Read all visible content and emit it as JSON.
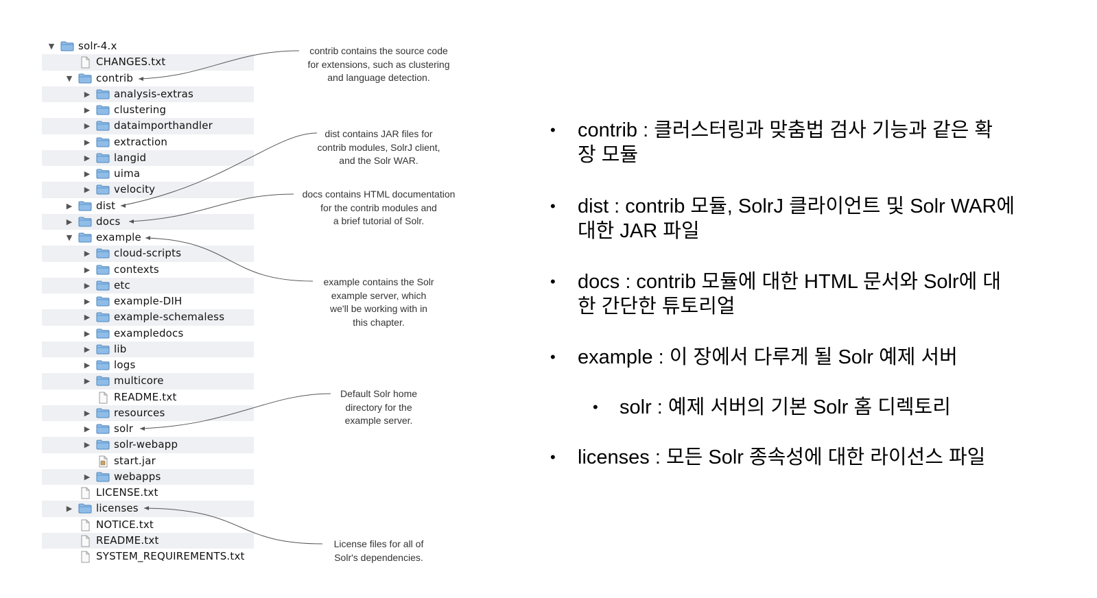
{
  "tree": [
    {
      "label": "solr-4.x",
      "type": "folder",
      "depth": 0,
      "expander": "open"
    },
    {
      "label": "CHANGES.txt",
      "type": "file",
      "depth": 1,
      "expander": "none"
    },
    {
      "label": "contrib",
      "type": "folder",
      "depth": 1,
      "expander": "open"
    },
    {
      "label": "analysis-extras",
      "type": "folder",
      "depth": 2,
      "expander": "closed"
    },
    {
      "label": "clustering",
      "type": "folder",
      "depth": 2,
      "expander": "closed"
    },
    {
      "label": "dataimporthandler",
      "type": "folder",
      "depth": 2,
      "expander": "closed"
    },
    {
      "label": "extraction",
      "type": "folder",
      "depth": 2,
      "expander": "closed"
    },
    {
      "label": "langid",
      "type": "folder",
      "depth": 2,
      "expander": "closed"
    },
    {
      "label": "uima",
      "type": "folder",
      "depth": 2,
      "expander": "closed"
    },
    {
      "label": "velocity",
      "type": "folder",
      "depth": 2,
      "expander": "closed"
    },
    {
      "label": "dist",
      "type": "folder",
      "depth": 1,
      "expander": "closed"
    },
    {
      "label": "docs",
      "type": "folder",
      "depth": 1,
      "expander": "closed"
    },
    {
      "label": "example",
      "type": "folder",
      "depth": 1,
      "expander": "open"
    },
    {
      "label": "cloud-scripts",
      "type": "folder",
      "depth": 2,
      "expander": "closed"
    },
    {
      "label": "contexts",
      "type": "folder",
      "depth": 2,
      "expander": "closed"
    },
    {
      "label": "etc",
      "type": "folder",
      "depth": 2,
      "expander": "closed"
    },
    {
      "label": "example-DIH",
      "type": "folder",
      "depth": 2,
      "expander": "closed"
    },
    {
      "label": "example-schemaless",
      "type": "folder",
      "depth": 2,
      "expander": "closed"
    },
    {
      "label": "exampledocs",
      "type": "folder",
      "depth": 2,
      "expander": "closed"
    },
    {
      "label": "lib",
      "type": "folder",
      "depth": 2,
      "expander": "closed"
    },
    {
      "label": "logs",
      "type": "folder",
      "depth": 2,
      "expander": "closed"
    },
    {
      "label": "multicore",
      "type": "folder",
      "depth": 2,
      "expander": "closed"
    },
    {
      "label": "README.txt",
      "type": "file",
      "depth": 2,
      "expander": "none"
    },
    {
      "label": "resources",
      "type": "folder",
      "depth": 2,
      "expander": "closed"
    },
    {
      "label": "solr",
      "type": "folder",
      "depth": 2,
      "expander": "closed"
    },
    {
      "label": "solr-webapp",
      "type": "folder",
      "depth": 2,
      "expander": "closed"
    },
    {
      "label": "start.jar",
      "type": "jar",
      "depth": 2,
      "expander": "none"
    },
    {
      "label": "webapps",
      "type": "folder",
      "depth": 2,
      "expander": "closed"
    },
    {
      "label": "LICENSE.txt",
      "type": "file",
      "depth": 1,
      "expander": "none"
    },
    {
      "label": "licenses",
      "type": "folder",
      "depth": 1,
      "expander": "closed"
    },
    {
      "label": "NOTICE.txt",
      "type": "file",
      "depth": 1,
      "expander": "none"
    },
    {
      "label": "README.txt",
      "type": "file",
      "depth": 1,
      "expander": "none"
    },
    {
      "label": "SYSTEM_REQUIREMENTS.txt",
      "type": "file",
      "depth": 1,
      "expander": "none"
    }
  ],
  "callouts": [
    {
      "lines": [
        "contrib contains the source code",
        "for extensions, such as clustering",
        "and language detection."
      ]
    },
    {
      "lines": [
        "dist contains JAR files for",
        "contrib modules, SolrJ client,",
        "and the Solr WAR."
      ]
    },
    {
      "lines": [
        "docs contains HTML documentation",
        "for the contrib modules and",
        "a brief tutorial of Solr."
      ]
    },
    {
      "lines": [
        "example contains the Solr",
        "example server, which",
        "we'll be working with in",
        "this chapter."
      ]
    },
    {
      "lines": [
        "Default Solr home",
        "directory for the",
        "example server."
      ]
    },
    {
      "lines": [
        "License files for all of",
        "Solr's dependencies."
      ]
    }
  ],
  "bullets": [
    {
      "lines": [
        "contrib : 클러스터링과 맞춤법 검사 기능과 같은 확",
        "장 모듈"
      ],
      "sub": false
    },
    {
      "lines": [
        "dist : contrib 모듈, SolrJ 클라이언트 및 Solr WAR에",
        "대한 JAR 파일"
      ],
      "sub": false
    },
    {
      "lines": [
        "docs : contrib 모듈에 대한 HTML 문서와 Solr에 대",
        "한 간단한 튜토리얼"
      ],
      "sub": false
    },
    {
      "lines": [
        "example : 이 장에서 다루게 될 Solr 예제 서버"
      ],
      "sub": false
    },
    {
      "lines": [
        "solr : 예제 서버의 기본 Solr 홈 디렉토리"
      ],
      "sub": true
    },
    {
      "lines": [
        "licenses : 모든 Solr 종속성에 대한 라이선스 파일"
      ],
      "sub": false
    }
  ],
  "bullet_glyph": "•"
}
